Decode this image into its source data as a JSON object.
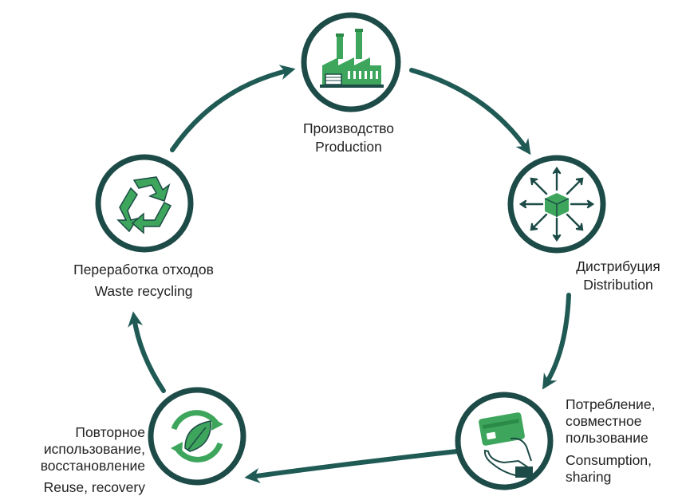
{
  "colors": {
    "ring": "#1d4b47",
    "arrow": "#1f5a55",
    "green": "#3ea65c",
    "green_dark": "#2b8a48"
  },
  "stages": [
    {
      "key": "production",
      "icon": "factory-icon",
      "label_ru": "Производство",
      "label_en": "Production"
    },
    {
      "key": "distribution",
      "icon": "distribution-box-icon",
      "label_ru": "Дистрибуция",
      "label_en": "Distribution"
    },
    {
      "key": "consumption",
      "icon": "hand-card-icon",
      "label_ru_1": "Потребление,",
      "label_ru_2": "совместное",
      "label_ru_3": "пользование",
      "label_en_1": "Consumption,",
      "label_en_2": "sharing"
    },
    {
      "key": "reuse",
      "icon": "leaf-cycle-icon",
      "label_ru_1": "Повторное",
      "label_ru_2": "использование,",
      "label_ru_3": "восстановление",
      "label_en": "Reuse, recovery"
    },
    {
      "key": "recycling",
      "icon": "recycle-icon",
      "label_ru": "Переработка отходов",
      "label_en": "Waste recycling"
    }
  ]
}
